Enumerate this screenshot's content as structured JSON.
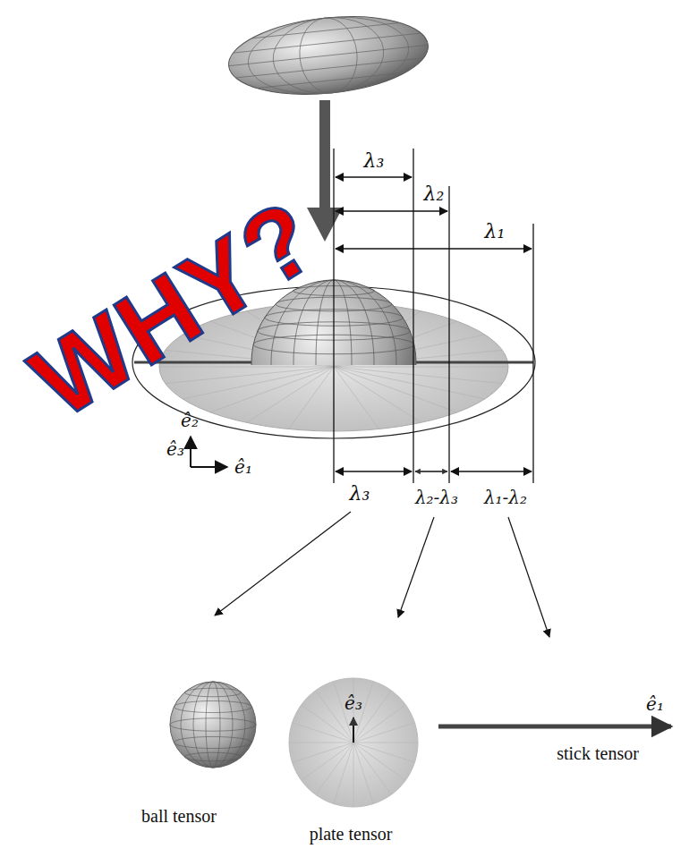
{
  "diagram": {
    "labels": [
      "λ₃",
      "λ₂",
      "λ₁",
      "ê₂",
      "ê₃",
      "ê₁",
      "λ₃",
      "λ₂-λ₃",
      "λ₁-λ₂",
      "ê₃",
      "ê₁",
      "stick tensor",
      "ball tensor",
      "plate tensor",
      "WHY?"
    ]
  }
}
